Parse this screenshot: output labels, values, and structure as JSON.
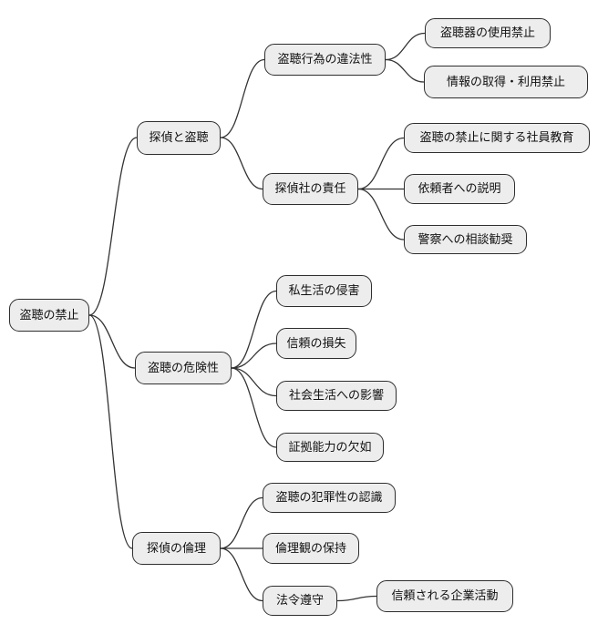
{
  "colors": {
    "background": "#ffffff",
    "node_fill": "#ededed",
    "node_border": "#2e2e2e",
    "edge": "#333333",
    "text": "#111111"
  },
  "mindmap": {
    "root": {
      "label": "盗聴の禁止",
      "children": [
        {
          "label": "探偵と盗聴",
          "children": [
            {
              "label": "盗聴行為の違法性",
              "children": [
                {
                  "label": "盗聴器の使用禁止"
                },
                {
                  "label": "情報の取得・利用禁止"
                }
              ]
            },
            {
              "label": "探偵社の責任",
              "children": [
                {
                  "label": "盗聴の禁止に関する社員教育"
                },
                {
                  "label": "依頼者への説明"
                },
                {
                  "label": "警察への相談勧奨"
                }
              ]
            }
          ]
        },
        {
          "label": "盗聴の危険性",
          "children": [
            {
              "label": "私生活の侵害"
            },
            {
              "label": "信頼の損失"
            },
            {
              "label": "社会生活への影響"
            },
            {
              "label": "証拠能力の欠如"
            }
          ]
        },
        {
          "label": "探偵の倫理",
          "children": [
            {
              "label": "盗聴の犯罪性の認識"
            },
            {
              "label": "倫理観の保持"
            },
            {
              "label": "法令遵守",
              "children": [
                {
                  "label": "信頼される企業活動"
                }
              ]
            }
          ]
        }
      ]
    }
  }
}
